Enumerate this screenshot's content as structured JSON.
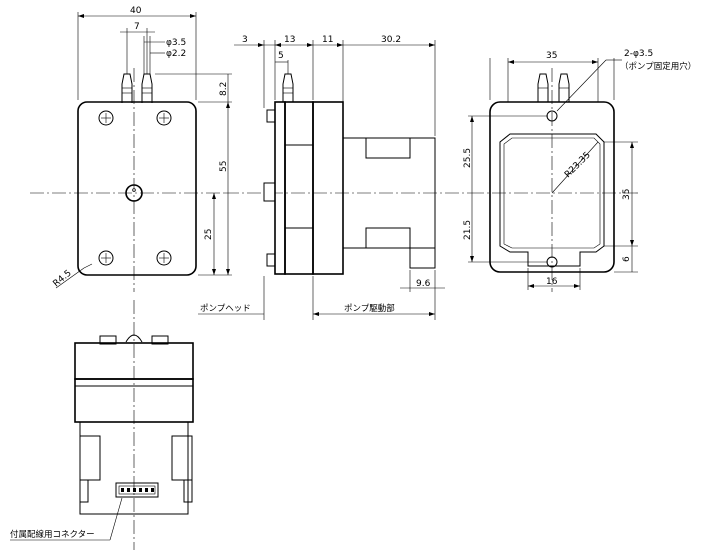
{
  "dimensions": {
    "total_width": "40",
    "pitch": "7",
    "outer_dia": "φ3.5",
    "inner_dia": "φ2.2",
    "nozzle_height": "8.2",
    "body_height": "55",
    "center_height": "25",
    "corner_radius": "R4.5",
    "flange": "3",
    "head_depth": "13",
    "nozzle_offset": "5",
    "gap": "11",
    "motor_length": "30.2",
    "mount_hole_spacing": "35",
    "upper_span": "25.5",
    "lower_span": "21.5",
    "bore_radius": "R23.35",
    "side_height": "35",
    "bottom_offset": "6",
    "slot_width": "16",
    "foot_width": "9.6"
  },
  "labels": {
    "mount_hole": "2-φ3.5",
    "mount_hole_note": "（ポンプ固定用穴）",
    "pump_head": "ポンプヘッド",
    "pump_drive": "ポンプ駆動部",
    "connector": "付属配線用コネクター"
  }
}
